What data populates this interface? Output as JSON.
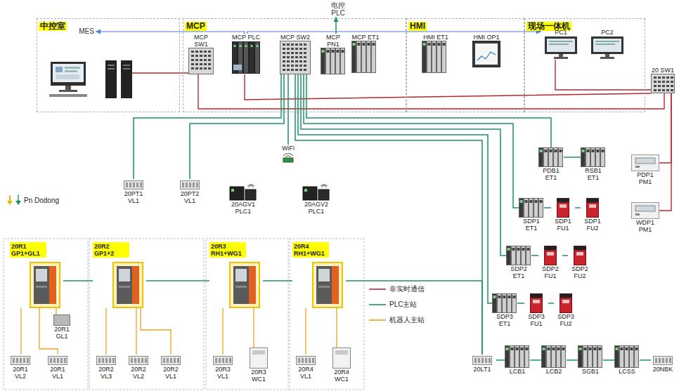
{
  "diagram": {
    "nodes": [
      {
        "text": [
          "中控室"
        ]
      },
      {
        "text": [
          "MES"
        ],
        "in": 0
      },
      {
        "text": [
          "MCP"
        ]
      },
      {
        "text": [
          "MCP SW1"
        ],
        "in": 2
      },
      {
        "text": [
          "MCP PLC"
        ],
        "in": 2
      },
      {
        "text": [
          "MCP SW2"
        ],
        "in": 2
      },
      {
        "text": [
          "MCP PN1"
        ],
        "in": 2
      },
      {
        "text": [
          "MCP ET1"
        ],
        "in": 2
      },
      {
        "text": [
          "HMI"
        ]
      },
      {
        "text": [
          "HMI ET1"
        ],
        "in": 8
      },
      {
        "text": [
          "HMI OP1"
        ],
        "in": 8
      },
      {
        "text": [
          "现场一体机"
        ]
      },
      {
        "text": [
          "PC1"
        ],
        "in": 11
      },
      {
        "text": [
          "PC2"
        ],
        "in": 11
      },
      {
        "text": [
          "电控 PLC"
        ]
      },
      {
        "text": [
          "20 SW1"
        ]
      },
      {
        "text": [
          "20PT1 VL1"
        ]
      },
      {
        "text": [
          "20PT2 VL1"
        ]
      },
      {
        "text": [
          "WiFi"
        ]
      },
      {
        "text": [
          "20AGV1 PLC1"
        ]
      },
      {
        "text": [
          "20AGV2 PLC1"
        ]
      },
      {
        "text": [
          "PDB1 ET1"
        ]
      },
      {
        "text": [
          "RSB1 ET1"
        ]
      },
      {
        "text": [
          "PDP1 PM1"
        ]
      },
      {
        "text": [
          "WDP1 PM1"
        ]
      },
      {
        "text": [
          "SDP1 ET1"
        ]
      },
      {
        "text": [
          "SDP1 FU1"
        ]
      },
      {
        "text": [
          "SDP1 FU2"
        ]
      },
      {
        "text": [
          "SDP2 ET1"
        ]
      },
      {
        "text": [
          "SDP2 FU1"
        ]
      },
      {
        "text": [
          "SDP2 FU2"
        ]
      },
      {
        "text": [
          "SDP3 ET1"
        ]
      },
      {
        "text": [
          "SDP3 FU1"
        ]
      },
      {
        "text": [
          "SDP3 FU2"
        ]
      },
      {
        "text": [
          "20LT1"
        ]
      },
      {
        "text": [
          "LCB1"
        ]
      },
      {
        "text": [
          "LCB2"
        ]
      },
      {
        "text": [
          "SGB1"
        ]
      },
      {
        "text": [
          "LCSS"
        ]
      },
      {
        "text": [
          "20NBK"
        ]
      },
      {
        "text": [
          "20R1 GP1+GL1"
        ]
      },
      {
        "text": [
          "20R1 GL1"
        ]
      },
      {
        "text": [
          "20R1 VL2"
        ]
      },
      {
        "text": [
          "20R1 VL1"
        ]
      },
      {
        "text": [
          "20R2 GP1+2"
        ]
      },
      {
        "text": [
          "20R2 VL3"
        ]
      },
      {
        "text": [
          "20R2 VL2"
        ]
      },
      {
        "text": [
          "20R2 VL1"
        ]
      },
      {
        "text": [
          "20R3 RH1+WG1"
        ]
      },
      {
        "text": [
          "20R3 VL1"
        ]
      },
      {
        "text": [
          "20R3 WC1"
        ]
      },
      {
        "text": [
          "20R4 RH1+WG1"
        ]
      },
      {
        "text": [
          "20R4 VL1"
        ]
      },
      {
        "text": [
          "20R4 WC1"
        ]
      }
    ],
    "edges": [
      {
        "from": 4,
        "to": 1,
        "arrow": "to"
      },
      {
        "from": 4,
        "to": 12,
        "arrow": "to"
      },
      {
        "from": 6,
        "to": 14,
        "arrow": "to"
      },
      {
        "from": 3,
        "to": 15,
        "arrow": "none"
      },
      {
        "from": 4,
        "to": 15,
        "arrow": "none"
      },
      {
        "from": 12,
        "to": 15,
        "arrow": "none"
      },
      {
        "from": 15,
        "to": 23,
        "arrow": "none"
      },
      {
        "from": 15,
        "to": 24,
        "arrow": "none"
      },
      {
        "from": 5,
        "to": 16,
        "arrow": "none"
      },
      {
        "from": 5,
        "to": 17,
        "arrow": "none"
      },
      {
        "from": 5,
        "to": 18,
        "arrow": "none"
      },
      {
        "from": 5,
        "to": 21,
        "arrow": "none"
      },
      {
        "from": 5,
        "to": 25,
        "arrow": "none"
      },
      {
        "from": 5,
        "to": 28,
        "arrow": "none"
      },
      {
        "from": 5,
        "to": 31,
        "arrow": "none"
      },
      {
        "from": 5,
        "to": 34,
        "arrow": "none"
      },
      {
        "from": 34,
        "to": 51,
        "arrow": "none"
      },
      {
        "from": 40,
        "to": 44,
        "arrow": "none"
      },
      {
        "from": 44,
        "to": 48,
        "arrow": "none"
      },
      {
        "from": 48,
        "to": 51,
        "arrow": "none"
      },
      {
        "from": 21,
        "to": 22,
        "arrow": "none"
      },
      {
        "from": 25,
        "to": 26,
        "arrow": "none"
      },
      {
        "from": 26,
        "to": 27,
        "arrow": "none"
      },
      {
        "from": 28,
        "to": 29,
        "arrow": "none"
      },
      {
        "from": 29,
        "to": 30,
        "arrow": "none"
      },
      {
        "from": 31,
        "to": 32,
        "arrow": "none"
      },
      {
        "from": 32,
        "to": 33,
        "arrow": "none"
      },
      {
        "from": 34,
        "to": 35,
        "arrow": "none"
      },
      {
        "from": 35,
        "to": 36,
        "arrow": "none"
      },
      {
        "from": 36,
        "to": 37,
        "arrow": "none"
      },
      {
        "from": 37,
        "to": 38,
        "arrow": "none"
      },
      {
        "from": 38,
        "to": 39,
        "arrow": "none"
      },
      {
        "from": 40,
        "to": 41,
        "arrow": "none"
      },
      {
        "from": 40,
        "to": 42,
        "arrow": "none"
      },
      {
        "from": 40,
        "to": 43,
        "arrow": "none"
      },
      {
        "from": 44,
        "to": 45,
        "arrow": "none"
      },
      {
        "from": 44,
        "to": 46,
        "arrow": "none"
      },
      {
        "from": 44,
        "to": 47,
        "arrow": "none"
      },
      {
        "from": 48,
        "to": 49,
        "arrow": "none"
      },
      {
        "from": 48,
        "to": 50,
        "arrow": "none"
      },
      {
        "from": 51,
        "to": 52,
        "arrow": "none"
      },
      {
        "from": 51,
        "to": 53,
        "arrow": "none"
      }
    ],
    "legend": [
      {
        "text": "Pn Dodong"
      },
      {
        "text": "非实时通信",
        "color": "#b3282d"
      },
      {
        "text": "PLC主站",
        "color": "#17936a"
      },
      {
        "text": "机器人主站",
        "color": "#eda21f"
      }
    ]
  }
}
